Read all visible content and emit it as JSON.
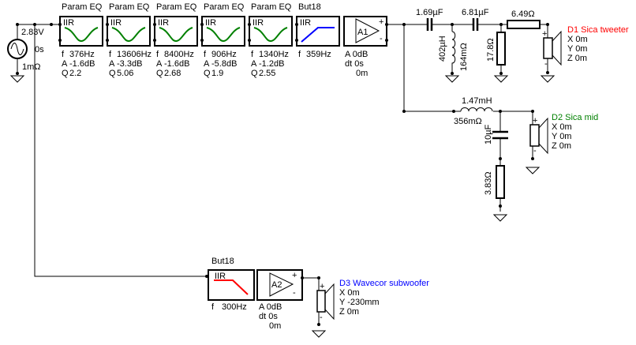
{
  "source": {
    "voltage": "2.83V",
    "delay": "0s",
    "resistance": "1mΩ"
  },
  "filters": [
    {
      "title": "Param EQ",
      "type": "IIR",
      "curve": "peq",
      "f": "376Hz",
      "A": "-1.6dB",
      "Q": "2.2"
    },
    {
      "title": "Param EQ",
      "type": "IIR",
      "curve": "peq",
      "f": "13606Hz",
      "A": "-3.3dB",
      "Q": "5.06"
    },
    {
      "title": "Param EQ",
      "type": "IIR",
      "curve": "peq",
      "f": "8400Hz",
      "A": "-1.6dB",
      "Q": "2.68"
    },
    {
      "title": "Param EQ",
      "type": "IIR",
      "curve": "peq",
      "f": "906Hz",
      "A": "-5.8dB",
      "Q": "1.9"
    },
    {
      "title": "Param EQ",
      "type": "IIR",
      "curve": "peq",
      "f": "1340Hz",
      "A": "-1.2dB",
      "Q": "2.55"
    },
    {
      "title": "But18",
      "type": "IIR",
      "curve": "hp",
      "f": "359Hz"
    }
  ],
  "amp1": {
    "name": "A1",
    "gain": "A  0dB",
    "delay": "dt 0s",
    "distance": "0m",
    "plus": "+",
    "minus": "-"
  },
  "tweeter": {
    "c1": "1.69µF",
    "c2": "6.81µF",
    "l1": "402µH",
    "l1_r": "164mΩ",
    "r_shunt": "17.8Ω",
    "r_series": "6.49Ω",
    "driver": {
      "name": "D1 Sica tweeter",
      "x": "X 0m",
      "y": "Y 0m",
      "z": "Z 0m",
      "color": "#ff0000"
    }
  },
  "mid": {
    "l1": "1.47mH",
    "l1_r": "356mΩ",
    "c1": "10µF",
    "r1": "3.83Ω",
    "driver": {
      "name": "D2 Sica mid",
      "x": "X 0m",
      "y": "Y 0m",
      "z": "Z 0m",
      "color": "#008000"
    }
  },
  "sub": {
    "filter": {
      "title": "But18",
      "type": "IIR",
      "f": "300Hz"
    },
    "amp": {
      "name": "A2",
      "gain": "A  0dB",
      "delay": "dt 0s",
      "distance": "0m",
      "plus": "+",
      "minus": "-"
    },
    "driver": {
      "name": "D3 Wavecor subwoofer",
      "x": "X 0m",
      "y": "Y -230mm",
      "z": "Z 0m",
      "color": "#0000ff"
    }
  },
  "colors": {
    "peq": "#008000",
    "hp": "#0000ff",
    "lp": "#ff0000"
  }
}
